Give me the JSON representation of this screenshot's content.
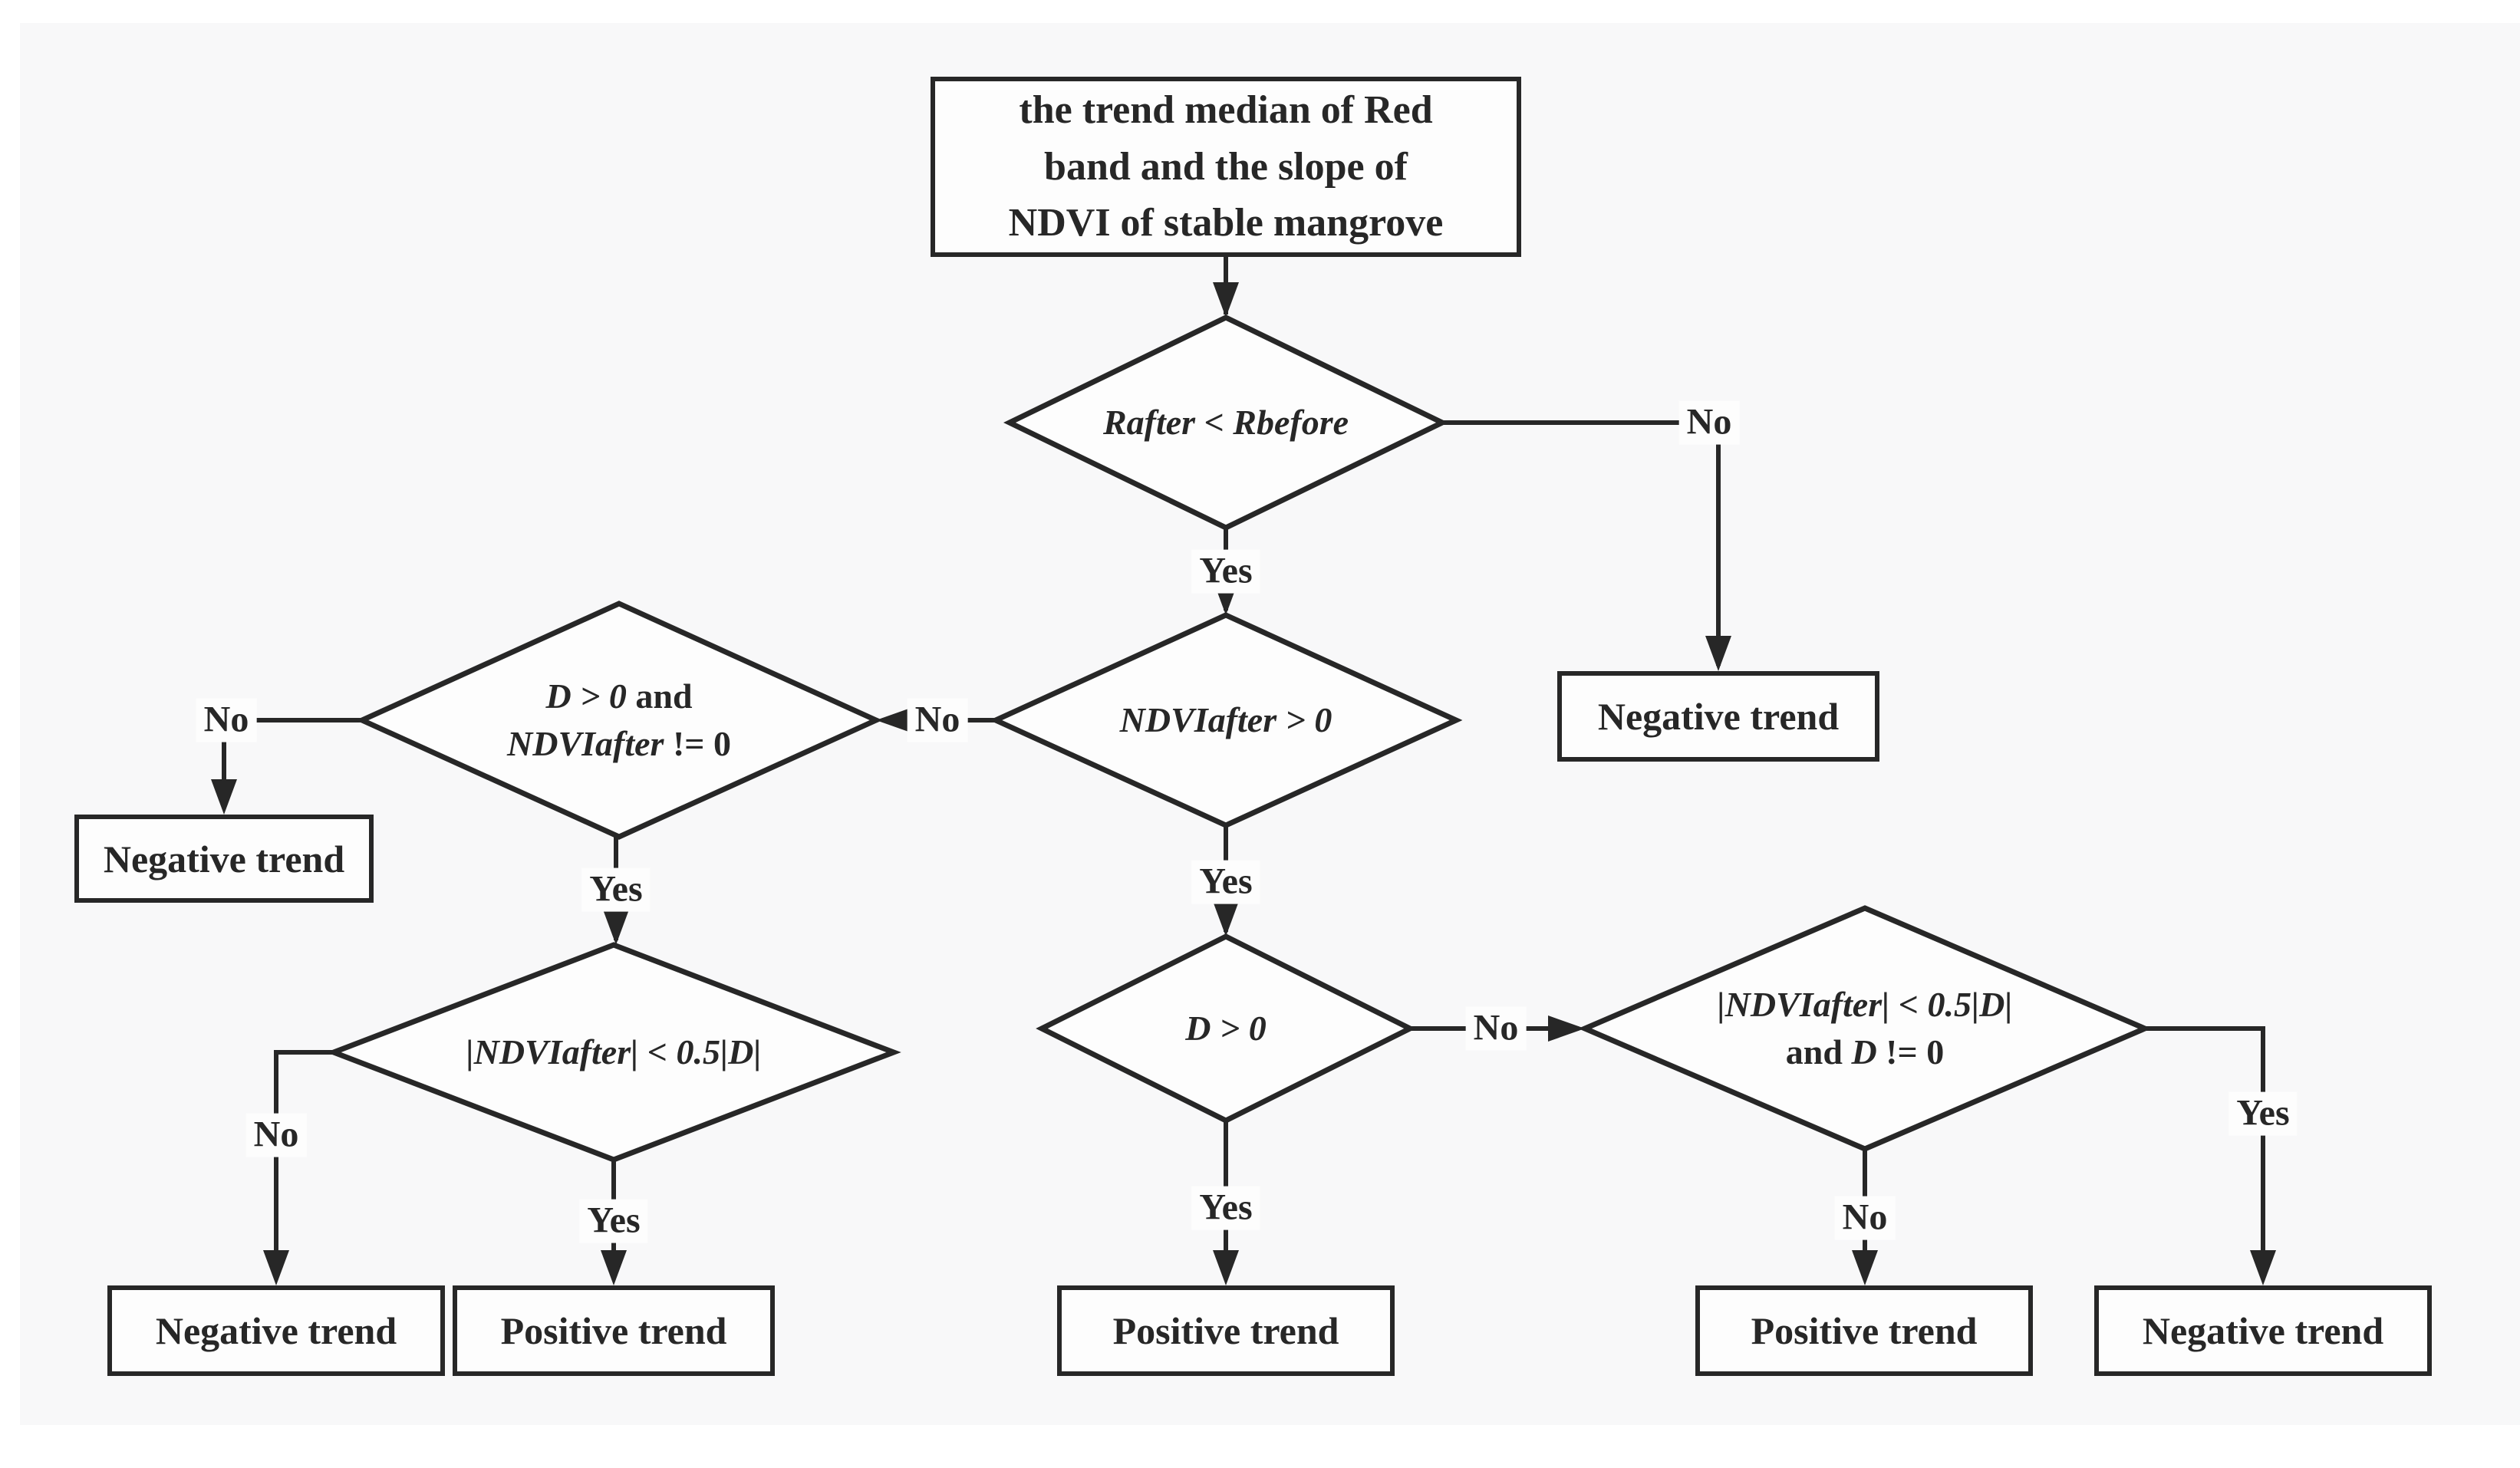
{
  "colors": {
    "panel_bg": "#f8f8f9",
    "ink": "#272727",
    "node_bg": "#fdfdfd"
  },
  "start": {
    "line1": "the trend median of Red",
    "line2": "band and the slope of",
    "line3": "NDVI of stable mangrove"
  },
  "decisions": {
    "red_band": {
      "lines": [
        [
          {
            "t": "Rafter < Rbefore",
            "i": true
          }
        ]
      ]
    },
    "ndvi_after_positive": {
      "lines": [
        [
          {
            "t": "NDVIafter > 0",
            "i": true
          }
        ]
      ]
    },
    "d_and_ndvi": {
      "lines": [
        [
          {
            "t": "D > 0 ",
            "i": true
          },
          {
            "t": "and",
            "i": false
          }
        ],
        [
          {
            "t": "NDVIafter",
            "i": true
          },
          {
            "t": " != 0",
            "i": false
          }
        ]
      ]
    },
    "abs_ndvi_left": {
      "lines": [
        [
          {
            "t": "|NDVIafter| < 0.5|D|",
            "i": true
          }
        ]
      ]
    },
    "d_positive": {
      "lines": [
        [
          {
            "t": "D > 0",
            "i": true
          }
        ]
      ]
    },
    "abs_ndvi_right": {
      "lines": [
        [
          {
            "t": "|NDVIafter| < 0.5|D|",
            "i": true
          }
        ],
        [
          {
            "t": "and ",
            "i": false
          },
          {
            "t": "D",
            "i": true
          },
          {
            "t": " != 0",
            "i": false
          }
        ]
      ]
    }
  },
  "outcomes": {
    "neg_top_right": "Negative trend",
    "neg_far_left": "Negative trend",
    "neg_bottom_left": "Negative trend",
    "pos_bottom_left": "Positive trend",
    "pos_bottom_mid": "Positive trend",
    "pos_bottom_right": "Positive trend",
    "neg_bottom_far_right": "Negative trend"
  },
  "edge_labels": {
    "d1_yes": "Yes",
    "d1_no": "No",
    "d2_yes": "Yes",
    "d2_no": "No",
    "d3_yes": "Yes",
    "d3_no": "No",
    "d4_yes": "Yes",
    "d4_no": "No",
    "dmid_yes": "Yes",
    "dmid_no": "No",
    "d5_yes": "Yes",
    "d5_no": "No"
  }
}
